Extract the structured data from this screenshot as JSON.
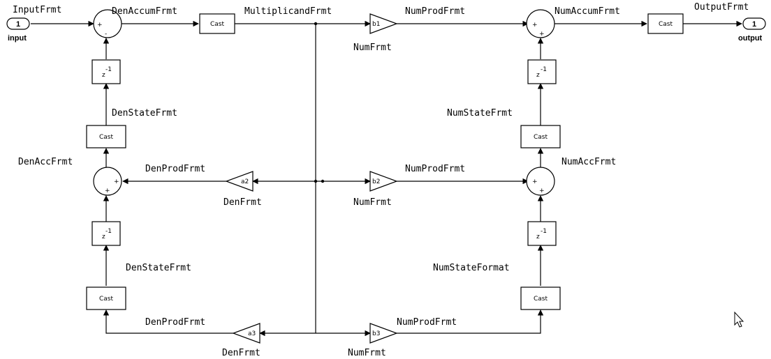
{
  "diagram": {
    "labels": {
      "input_frmt": "InputFrmt",
      "den_accum_frmt": "DenAccumFrmt",
      "multiplicand_frmt": "MultiplicandFrmt",
      "num_prod_frmt_top": "NumProdFrmt",
      "num_accum_frmt": "NumAccumFrmt",
      "output_frmt": "OutputFrmt",
      "num_frmt_top": "NumFrmt",
      "den_state_frmt_upper": "DenStateFrmt",
      "num_state_frmt_upper": "NumStateFrmt",
      "den_acc_frmt": "DenAccFrmt",
      "den_prod_frmt_mid": "DenProdFrmt",
      "num_prod_frmt_mid": "NumProdFrmt",
      "num_acc_frmt": "NumAccFrmt",
      "den_frmt_mid": "DenFrmt",
      "num_frmt_mid": "NumFrmt",
      "den_state_frmt_lower": "DenStateFrmt",
      "num_state_format_lower": "NumStateFormat",
      "den_prod_frmt_bottom": "DenProdFrmt",
      "num_prod_frmt_bottom": "NumProdFrmt",
      "den_frmt_bottom": "DenFrmt",
      "num_frmt_bottom": "NumFrmt"
    },
    "ports": {
      "input_number": "1",
      "input_label": "input",
      "output_number": "1",
      "output_label": "output"
    },
    "blocks": {
      "cast": "Cast",
      "delay_z": "z",
      "delay_exp": "-1",
      "gain_b1": "b1",
      "gain_b2": "b2",
      "gain_b3": "b3",
      "gain_a2": "a2",
      "gain_a3": "a3",
      "plus": "+",
      "minus": "-"
    }
  }
}
